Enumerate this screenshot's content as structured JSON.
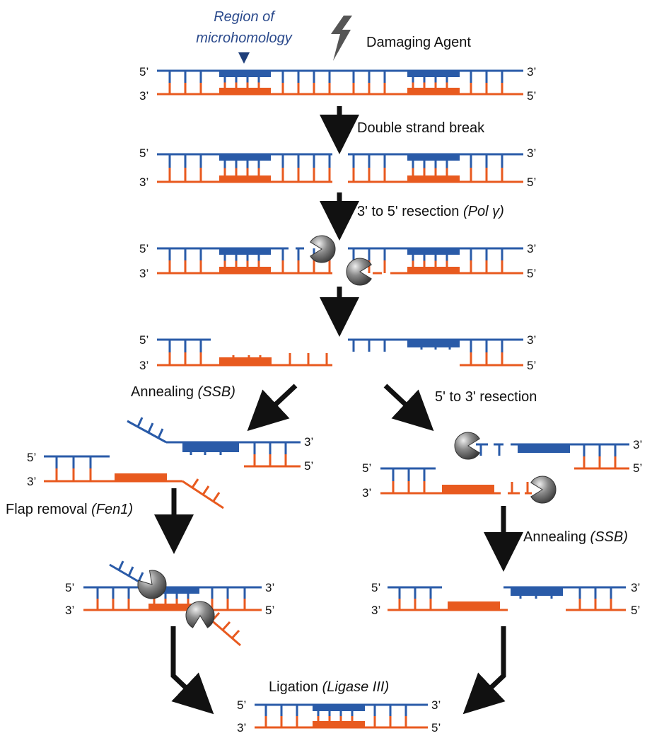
{
  "labels": {
    "microhomology_line1": "Region of",
    "microhomology_line2": "microhomology",
    "damaging_agent": "Damaging Agent",
    "double_strand_break": "Double strand break",
    "resection_3to5": "3' to 5' resection ",
    "resection_3to5_enzyme": "(Pol γ)",
    "annealing_left": "Annealing ",
    "annealing_left_protein": "(SSB)",
    "resection_5to3": "5' to 3' resection",
    "flap_removal": "Flap removal ",
    "flap_removal_enzyme": "(Fen1)",
    "annealing_right": "Annealing ",
    "annealing_right_protein": "(SSB)",
    "ligation": "Ligation ",
    "ligation_enzyme": "(Ligase III)"
  },
  "strand_ends": {
    "five_prime": "5’",
    "three_prime": "3’"
  },
  "colors": {
    "top_strand": "#2a5ba8",
    "bottom_strand": "#e85a1f",
    "microhomology_region": "highlighted blocks",
    "nuclease": "gray pacman"
  },
  "steps": [
    "Damaging Agent",
    "Double strand break",
    "3' to 5' resection (Pol γ)",
    "Annealing (SSB)",
    "5' to 3' resection",
    "Flap removal (Fen1)",
    "Annealing (SSB)",
    "Ligation (Ligase III)"
  ]
}
